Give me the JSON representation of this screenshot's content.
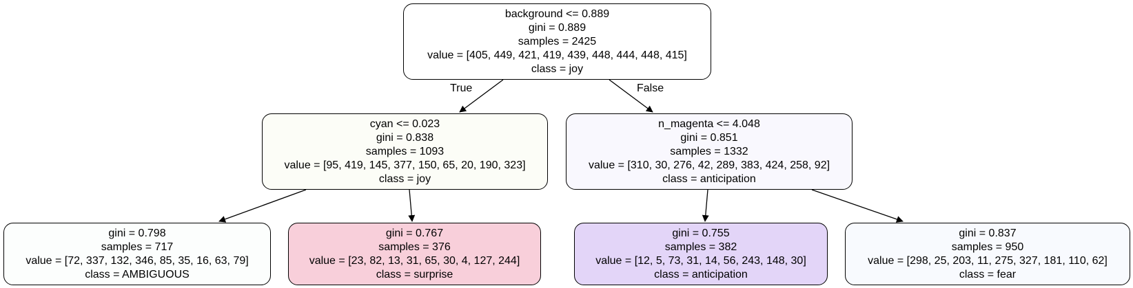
{
  "tree": {
    "root": {
      "split": "background <= 0.889",
      "gini": "gini = 0.889",
      "samples": "samples = 2425",
      "value": "value = [405, 449, 421, 419, 439, 448, 444, 448, 415]",
      "class": "class = joy",
      "fill": "#ffffff"
    },
    "left": {
      "split": "cyan <= 0.023",
      "gini": "gini = 0.838",
      "samples": "samples = 1093",
      "value": "value = [95, 419, 145, 377, 150, 65, 20, 190, 323]",
      "class": "class = joy",
      "fill": "#fcfdf7"
    },
    "right": {
      "split": "n_magenta <= 4.048",
      "gini": "gini = 0.851",
      "samples": "samples = 1332",
      "value": "value = [310, 30, 276, 42, 289, 383, 424, 258, 92]",
      "class": "class = anticipation",
      "fill": "#f9f8fe"
    },
    "leaf_ll": {
      "gini": "gini = 0.798",
      "samples": "samples = 717",
      "value": "value = [72, 337, 132, 346, 85, 35, 16, 63, 79]",
      "class": "class = AMBIGUOUS",
      "fill": "#fcfefd"
    },
    "leaf_lr": {
      "gini": "gini = 0.767",
      "samples": "samples = 376",
      "value": "value = [23, 82, 13, 31, 65, 30, 4, 127, 244]",
      "class": "class = surprise",
      "fill": "#f8cfda"
    },
    "leaf_rl": {
      "gini": "gini = 0.755",
      "samples": "samples = 382",
      "value": "value = [12, 5, 73, 31, 14, 56, 243, 148, 30]",
      "class": "class = anticipation",
      "fill": "#e3d5f8"
    },
    "leaf_rr": {
      "gini": "gini = 0.837",
      "samples": "samples = 950",
      "value": "value = [298, 25, 203, 11, 275, 327, 181, 110, 62]",
      "class": "class = fear",
      "fill": "#f8fafe"
    }
  },
  "edge_labels": {
    "true": "True",
    "false": "False"
  }
}
